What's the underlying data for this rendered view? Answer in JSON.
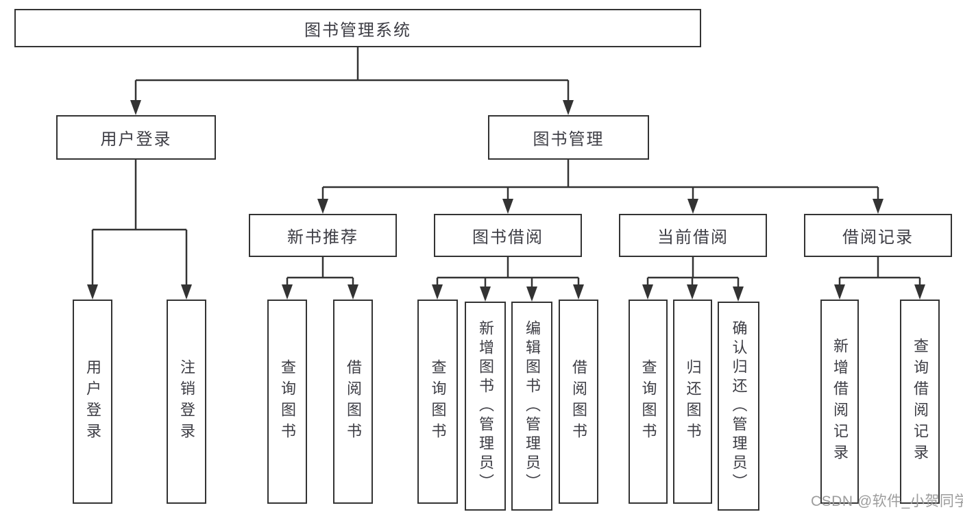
{
  "title": {
    "label": "图书管理系统"
  },
  "level1": [
    {
      "label": "用户登录"
    },
    {
      "label": "图书管理"
    }
  ],
  "level2": [
    {
      "label": "新书推荐"
    },
    {
      "label": "图书借阅"
    },
    {
      "label": "当前借阅"
    },
    {
      "label": "借阅记录"
    }
  ],
  "leaves": {
    "user_login": [
      "用户登录",
      "注销登录"
    ],
    "new_books": [
      "查询图书",
      "借阅图书"
    ],
    "book_borrow": [
      "查询图书",
      "新增图书（管理员）",
      "编辑图书（管理员）",
      "借阅图书"
    ],
    "current_borrow": [
      "查询图书",
      "归还图书",
      "确认归还（管理员）"
    ],
    "borrow_records": [
      "新增借阅记录",
      "查询借阅记录"
    ]
  },
  "watermark": {
    "text": "CSDN @软件_小贺同学"
  },
  "colors": {
    "line": "#333333",
    "text": "#3d3d44",
    "watermark": "#9c9c9c",
    "background": "#ffffff"
  }
}
